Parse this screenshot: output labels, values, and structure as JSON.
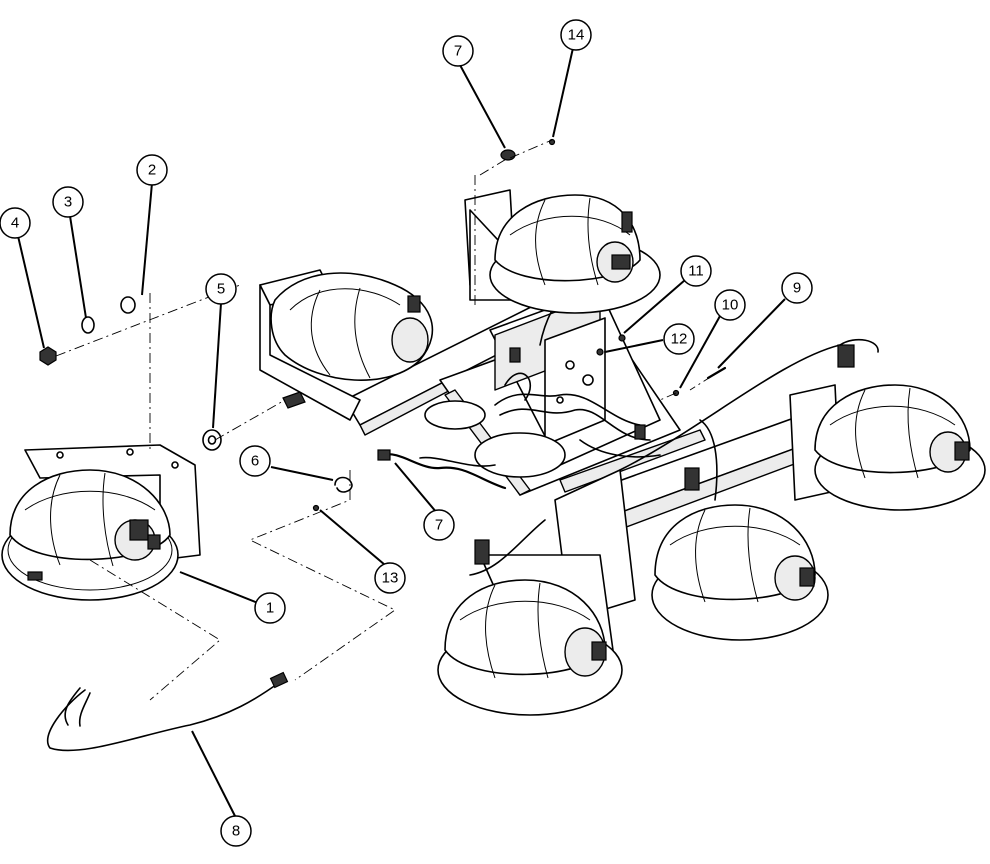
{
  "callouts": {
    "c1": "1",
    "c2": "2",
    "c3": "3",
    "c4": "4",
    "c5": "5",
    "c6": "6",
    "c7a": "7",
    "c7b": "7",
    "c8": "8",
    "c9": "9",
    "c10": "10",
    "c11": "11",
    "c12": "12",
    "c13": "13",
    "c14": "14"
  },
  "colors": {
    "line": "#000000",
    "background": "#ffffff"
  }
}
